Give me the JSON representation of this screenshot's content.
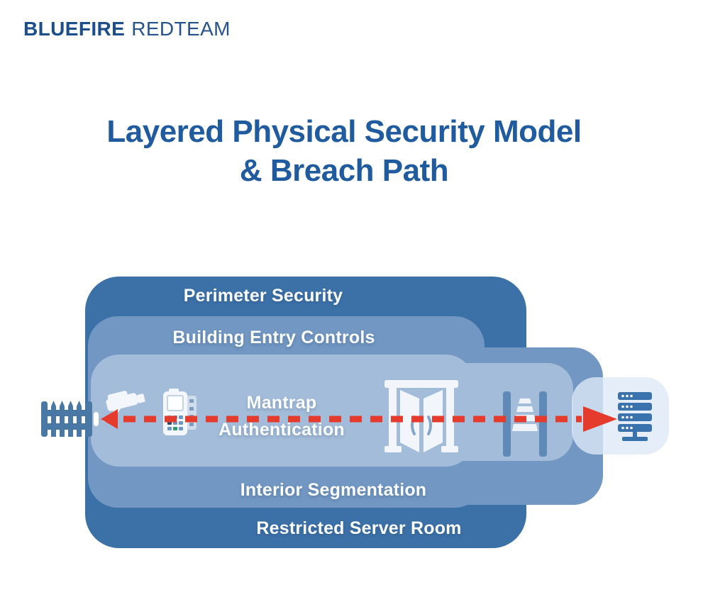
{
  "logo": {
    "part1": "BLUEFIRE",
    "part2": "REDTEAM"
  },
  "title": {
    "line1": "Layered Physical Security Model",
    "line2": "& Breach Path"
  },
  "layers": {
    "perimeter": "Perimeter Security",
    "building": "Building Entry Controls",
    "mantrap": "Mantrap\nAuthentication",
    "interior": "Interior Segmentation",
    "restricted": "Restricted Server Room"
  },
  "icons": [
    "fence-icon",
    "cctv-camera-icon",
    "card-reader-icon",
    "double-door-icon",
    "turnstile-icon",
    "server-rack-icon"
  ],
  "colors": {
    "layer1": "#3c71a8",
    "layer2": "#7197c2",
    "layer3": "#a3bcd9",
    "server_zone": "#dde7f2",
    "breach_path": "#e43b2c",
    "title": "#1f5b9e",
    "logo": "#1d4e8c",
    "logo_light": "#27538c",
    "icon_white": "#f3f7fc",
    "icon_blue": "#3a72ad",
    "steel_blue": "#4a78a4"
  }
}
